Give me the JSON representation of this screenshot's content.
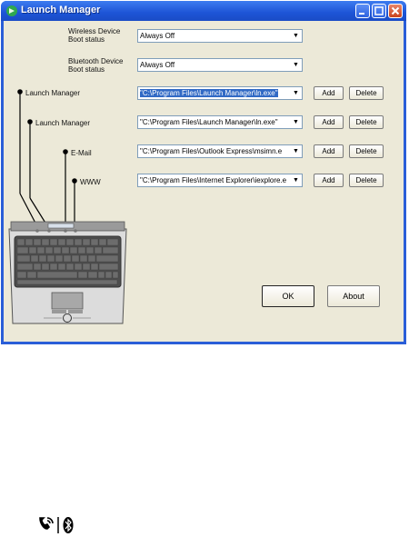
{
  "window": {
    "title": "Launch Manager"
  },
  "rows": {
    "wireless": {
      "label_line1": "Wireless Device",
      "label_line2": "Boot status",
      "value": "Always Off"
    },
    "bluetooth": {
      "label_line1": "Bluetooth Device",
      "label_line2": "Boot status",
      "value": "Always Off"
    },
    "launch1": {
      "label": "Launch Manager",
      "value": "\"C:\\Program Files\\Launch Manager\\ln.exe\"",
      "add": "Add",
      "delete": "Delete"
    },
    "launch2": {
      "label": "Launch Manager",
      "value": "\"C:\\Program Files\\Launch Manager\\ln.exe\"",
      "add": "Add",
      "delete": "Delete"
    },
    "email": {
      "label": "E-Mail",
      "value": "\"C:\\Program Files\\Outlook Express\\msimn.e",
      "add": "Add",
      "delete": "Delete"
    },
    "www": {
      "label": "WWW",
      "value": "\"C:\\Program Files\\Internet Explorer\\iexplore.e",
      "add": "Add",
      "delete": "Delete"
    }
  },
  "buttons": {
    "ok": "OK",
    "about": "About"
  },
  "icons": [
    "app-icon",
    "minimize-icon",
    "maximize-icon",
    "close-icon",
    "dropdown-arrow-icon",
    "laptop-keyboard-image",
    "wireless-icon",
    "bluetooth-icon"
  ]
}
